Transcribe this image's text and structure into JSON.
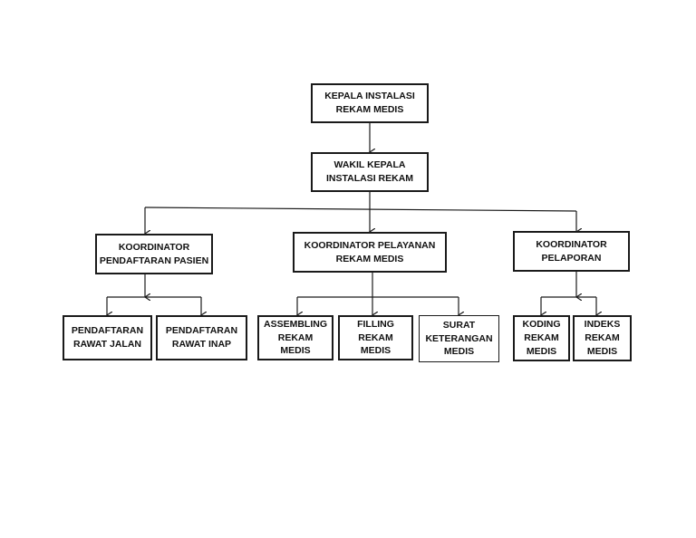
{
  "org_chart": {
    "head": {
      "label": "KEPALA INSTALASI\nREKAM MEDIS"
    },
    "deputy": {
      "label": "WAKIL KEPALA\nINSTALASI REKAM"
    },
    "coordinators": [
      {
        "label": "KOORDINATOR\nPENDAFTARAN PASIEN",
        "units": [
          {
            "label": "PENDAFTARAN\nRAWAT JALAN"
          },
          {
            "label": "PENDAFTARAN\nRAWAT INAP"
          }
        ]
      },
      {
        "label": "KOORDINATOR PELAYANAN\nREKAM MEDIS",
        "units": [
          {
            "label": "ASSEMBLING\nREKAM\nMEDIS"
          },
          {
            "label": "FILLING\nREKAM\nMEDIS"
          },
          {
            "label": "SURAT\nKETERANGAN\nMEDIS"
          }
        ]
      },
      {
        "label": "KOORDINATOR\nPELAPORAN",
        "units": [
          {
            "label": "KODING\nREKAM\nMEDIS"
          },
          {
            "label": "INDEKS\nREKAM\nMEDIS"
          }
        ]
      }
    ]
  }
}
